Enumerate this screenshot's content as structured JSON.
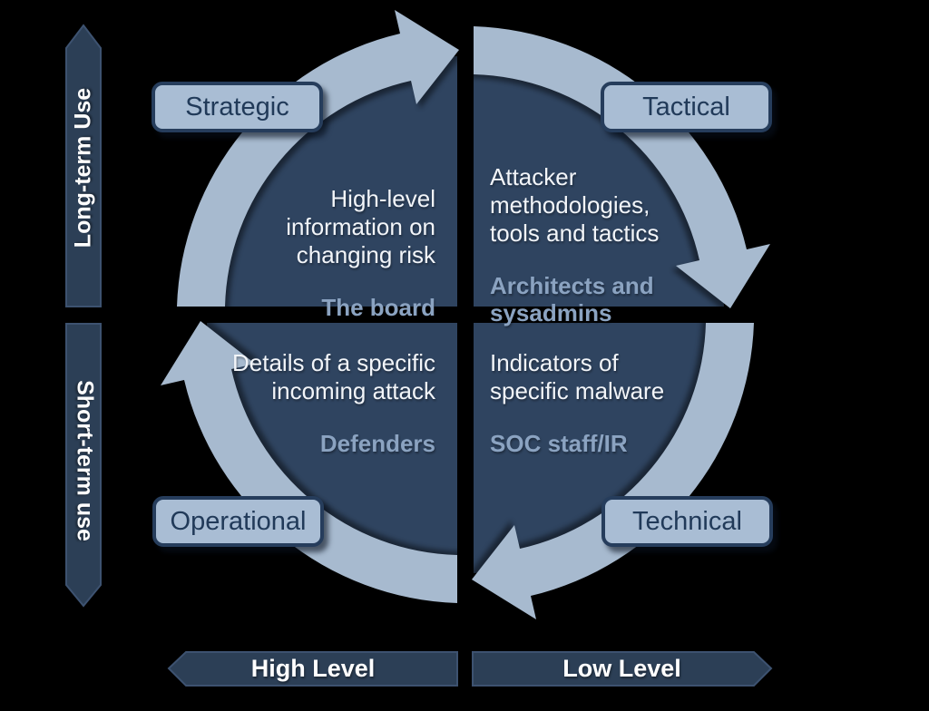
{
  "axes": {
    "vertical_top": "Long-term Use",
    "vertical_bottom": "Short-term use",
    "horizontal_left": "High Level",
    "horizontal_right": "Low Level"
  },
  "quadrants": {
    "top_left": {
      "label": "Strategic",
      "description": "High-level\ninformation on\nchanging risk",
      "audience": "The board"
    },
    "top_right": {
      "label": "Tactical",
      "description": "Attacker\nmethodologies,\ntools and tactics",
      "audience": "Architects and\nsysadmins"
    },
    "bottom_left": {
      "label": "Operational",
      "description": "Details of a specific\nincoming attack",
      "audience": "Defenders"
    },
    "bottom_right": {
      "label": "Technical",
      "description": "Indicators of\nspecific malware",
      "audience": "SOC staff/IR"
    }
  },
  "colors": {
    "background": "#000000",
    "quadrant_disc": "#2f4460",
    "cycle_band": "#a7bacf",
    "chip_fill": "#a9bdd4",
    "chip_border": "#263d5c",
    "chip_text": "#213a59",
    "axis_fill": "#2c3f56",
    "body_text": "#f2f5f9",
    "audience_text": "#8ba3c1"
  }
}
